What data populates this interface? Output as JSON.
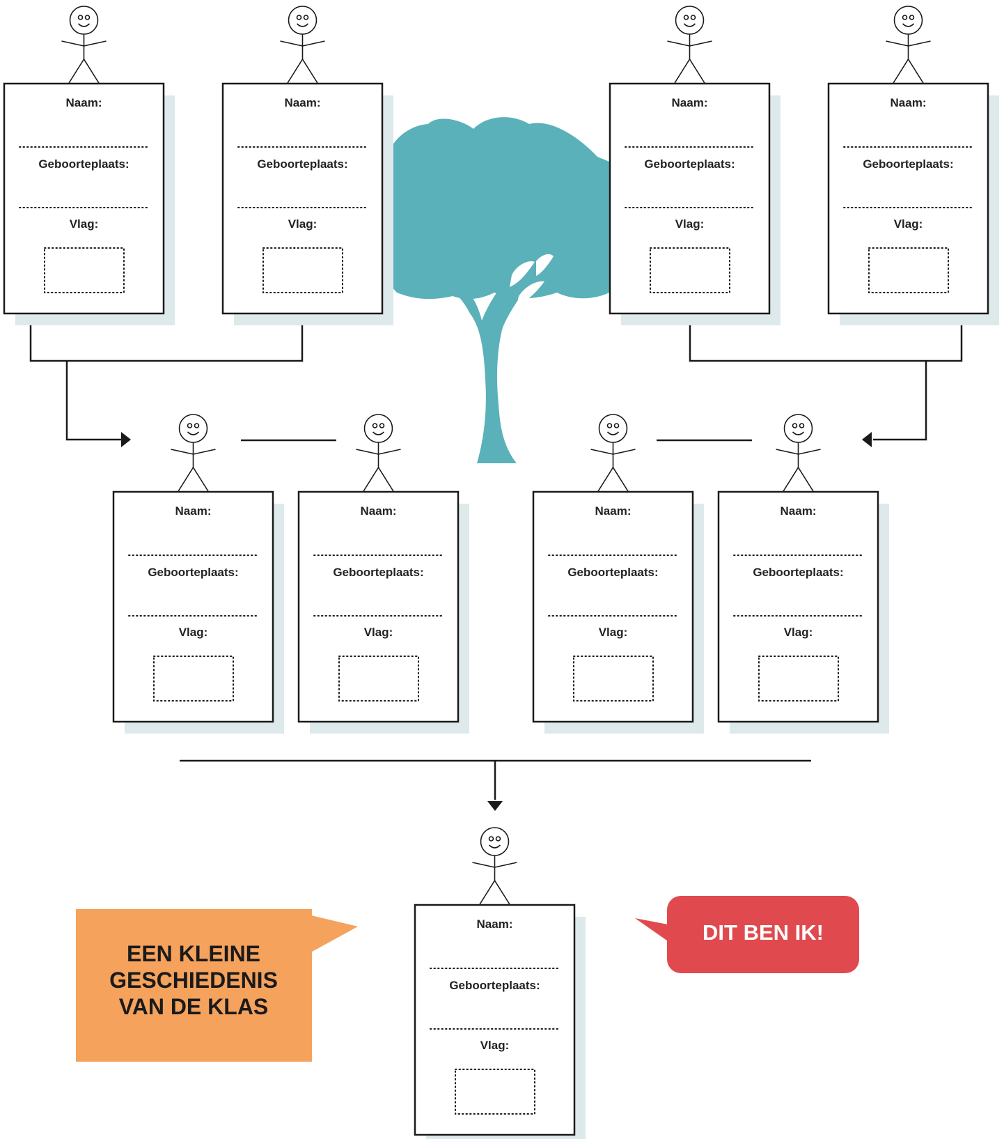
{
  "colors": {
    "tree": "#5bb1ba",
    "shadow": "#dde9eb",
    "orange_bubble": "#f5a25d",
    "red_bubble": "#e04a4f",
    "line": "#1a1a1a"
  },
  "card": {
    "name_label": "Naam:",
    "birthplace_label": "Geboorteplaats:",
    "flag_label": "Vlag:"
  },
  "cards": [
    {
      "id": "grandparent-1",
      "generation": "grandparents"
    },
    {
      "id": "grandparent-2",
      "generation": "grandparents"
    },
    {
      "id": "grandparent-3",
      "generation": "grandparents"
    },
    {
      "id": "grandparent-4",
      "generation": "grandparents"
    },
    {
      "id": "parent-1",
      "generation": "parents"
    },
    {
      "id": "parent-2",
      "generation": "parents"
    },
    {
      "id": "parent-3",
      "generation": "parents"
    },
    {
      "id": "parent-4",
      "generation": "parents"
    },
    {
      "id": "me",
      "generation": "child"
    }
  ],
  "title_bubble": {
    "lines": [
      "EEN KLEINE",
      "GESCHIEDENIS",
      "VAN DE KLAS"
    ]
  },
  "me_bubble": {
    "text": "DIT BEN IK!"
  }
}
